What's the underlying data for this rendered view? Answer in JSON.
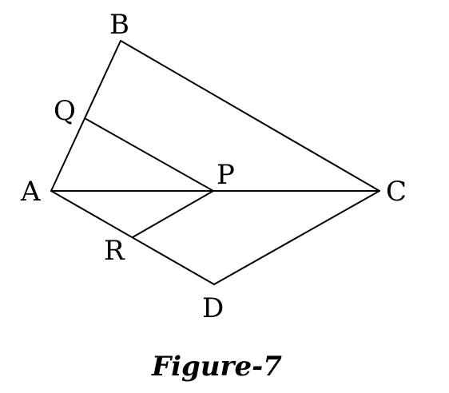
{
  "diagram": {
    "points": {
      "A": "A",
      "B": "B",
      "C": "C",
      "D": "D",
      "P": "P",
      "Q": "Q",
      "R": "R"
    },
    "segments": [
      [
        "A",
        "B"
      ],
      [
        "B",
        "C"
      ],
      [
        "A",
        "C"
      ],
      [
        "A",
        "D"
      ],
      [
        "D",
        "C"
      ],
      [
        "Q",
        "P"
      ],
      [
        "R",
        "P"
      ]
    ],
    "caption": "Figure-7"
  }
}
